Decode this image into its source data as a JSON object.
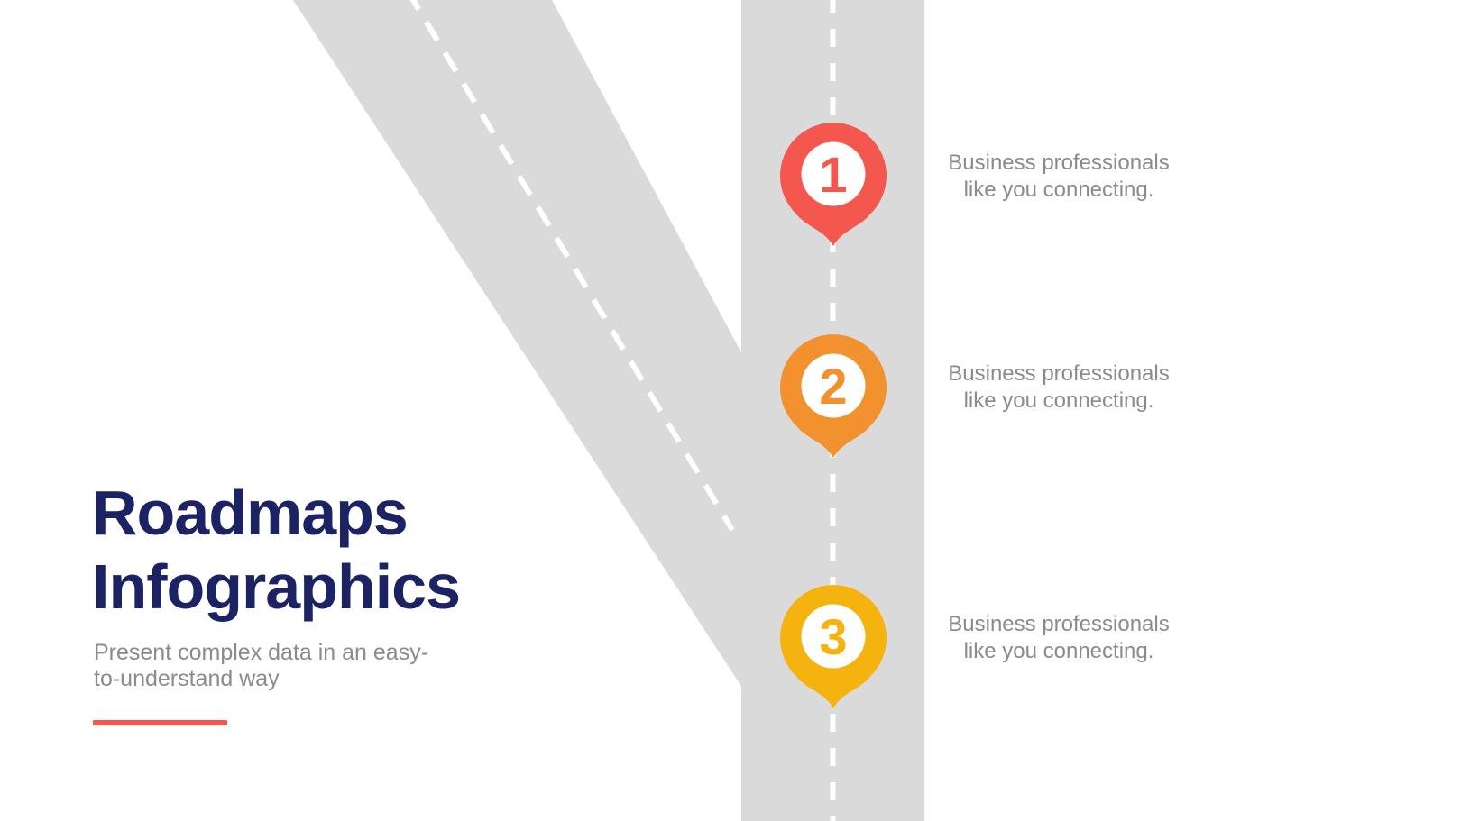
{
  "slide": {
    "title_line1": "Roadmaps",
    "title_line2": "Infographics",
    "subtitle_line1": "Present complex data in an easy-",
    "subtitle_line2": "to-understand way"
  },
  "colors": {
    "title_navy": "#1B2365",
    "text_gray": "#8B8B8B",
    "road_gray": "#DADADA",
    "dash_white": "#FFFFFF",
    "accent_coral": "#F4574D",
    "accent_orange": "#F3912E",
    "accent_amber": "#F5B310"
  },
  "pins": [
    {
      "number": "1",
      "color": "#F4574D",
      "label_line1": "Business professionals",
      "label_line2": "like you connecting."
    },
    {
      "number": "2",
      "color": "#F3912E",
      "label_line1": "Business professionals",
      "label_line2": "like you connecting."
    },
    {
      "number": "3",
      "color": "#F5B310",
      "label_line1": "Business professionals",
      "label_line2": "like you connecting."
    }
  ]
}
